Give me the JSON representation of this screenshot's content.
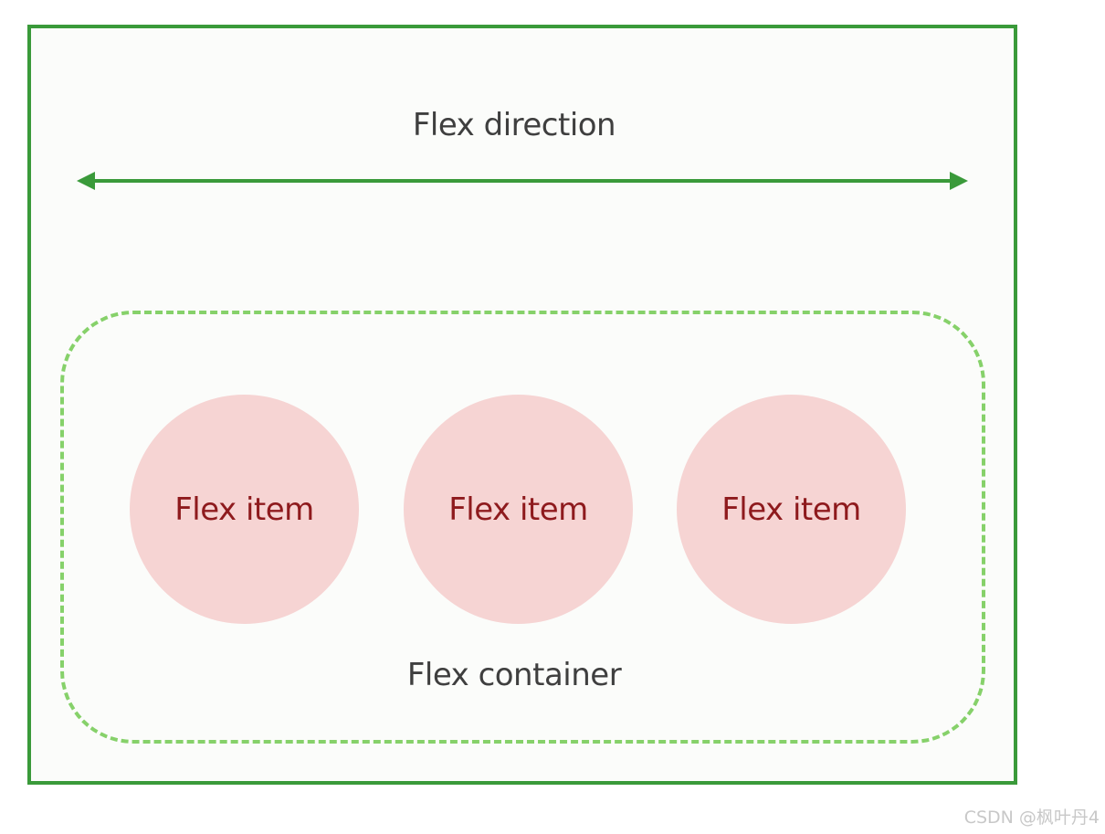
{
  "diagram": {
    "direction_label": "Flex direction",
    "container_label": "Flex container",
    "items": [
      {
        "label": "Flex item"
      },
      {
        "label": "Flex item"
      },
      {
        "label": "Flex item"
      }
    ]
  },
  "watermark": "CSDN @枫叶丹4",
  "colors": {
    "outer_frame": "#3a9a3a",
    "arrow": "#3a9a3a",
    "container_dashed_border": "#86d16a",
    "item_fill": "#f6d4d3",
    "item_text": "#8e1a1d",
    "label_text": "#3f3f3f"
  }
}
